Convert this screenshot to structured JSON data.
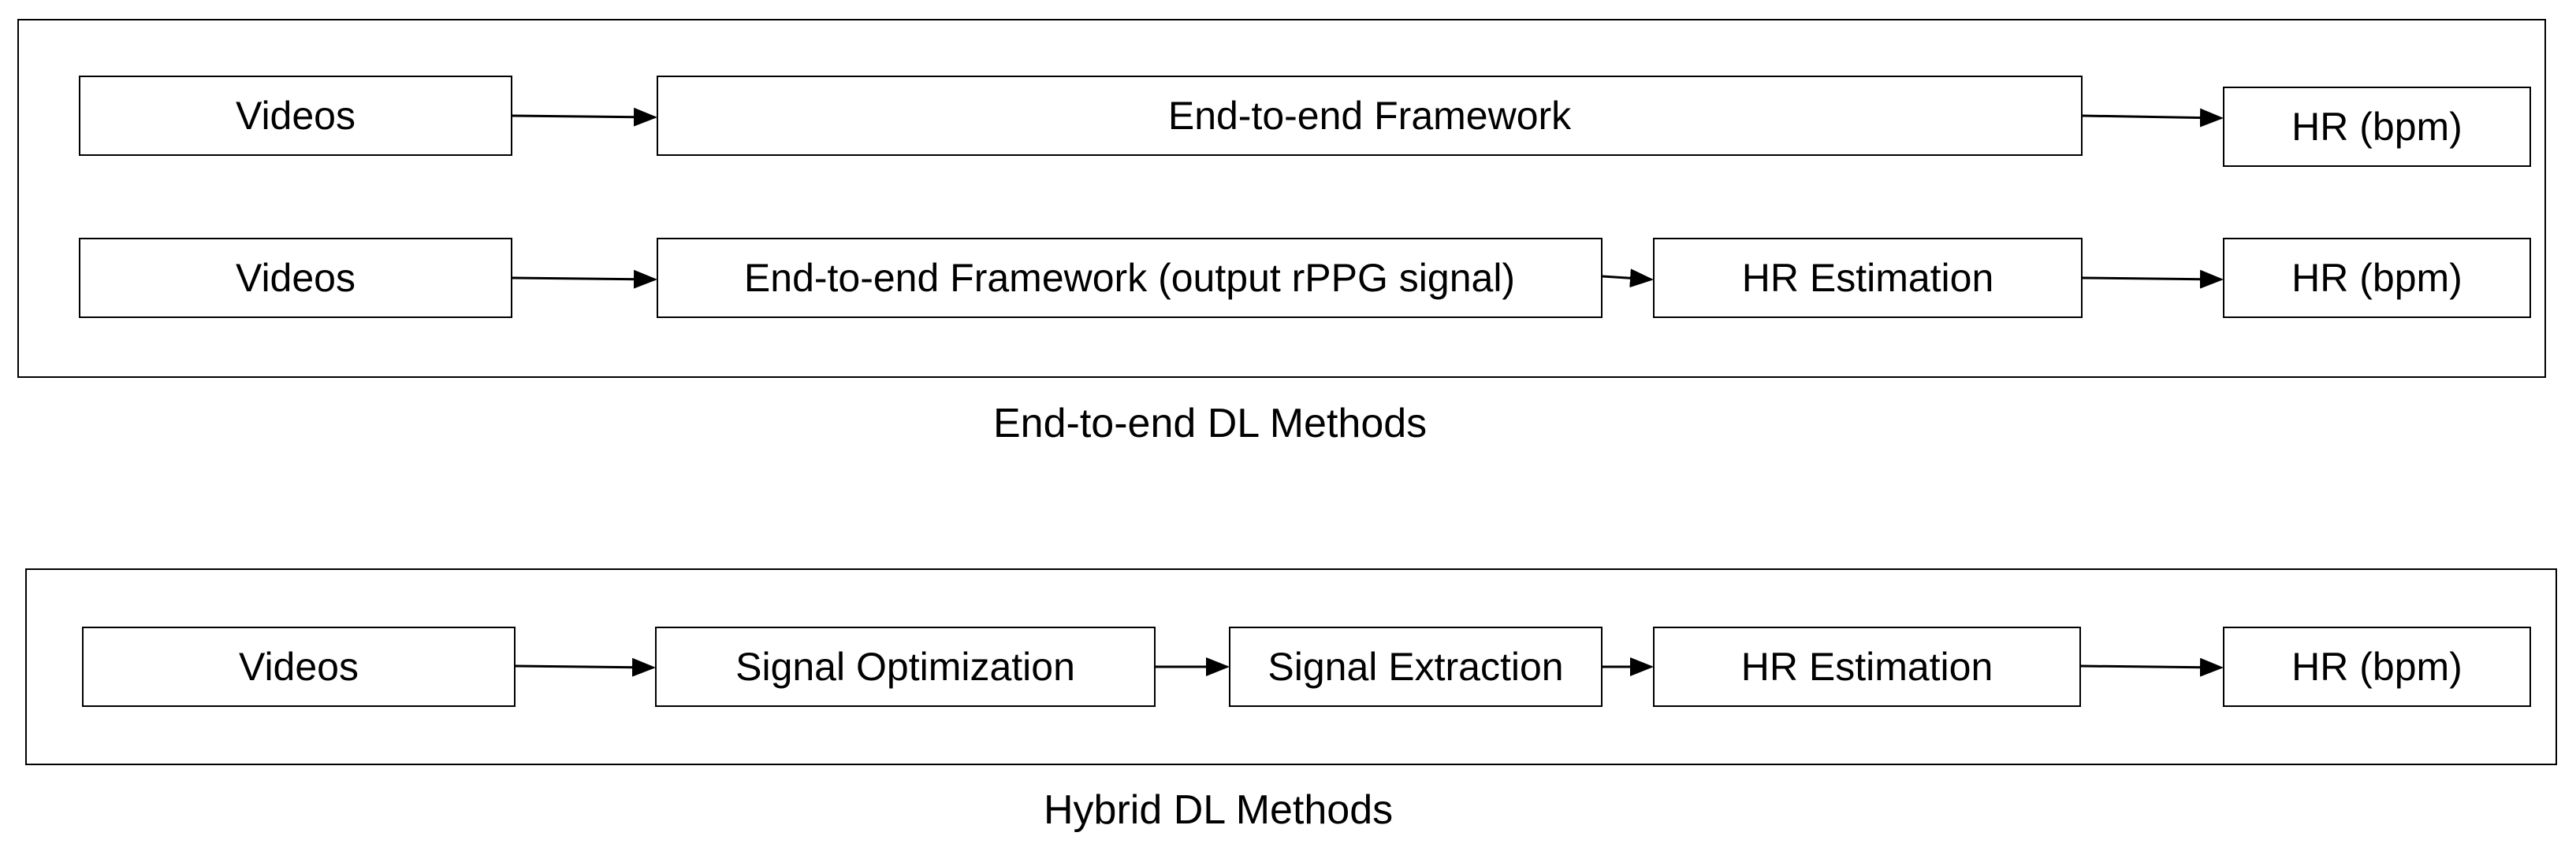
{
  "end_to_end": {
    "caption": "End-to-end DL Methods",
    "row1": {
      "input": "Videos",
      "framework": "End-to-end Framework",
      "output": "HR (bpm)"
    },
    "row2": {
      "input": "Videos",
      "framework": "End-to-end Framework (output rPPG signal)",
      "estimation": "HR Estimation",
      "output": "HR (bpm)"
    }
  },
  "hybrid": {
    "caption": "Hybrid DL Methods",
    "row": {
      "input": "Videos",
      "optimization": "Signal Optimization",
      "extraction": "Signal Extraction",
      "estimation": "HR Estimation",
      "output": "HR (bpm)"
    }
  }
}
